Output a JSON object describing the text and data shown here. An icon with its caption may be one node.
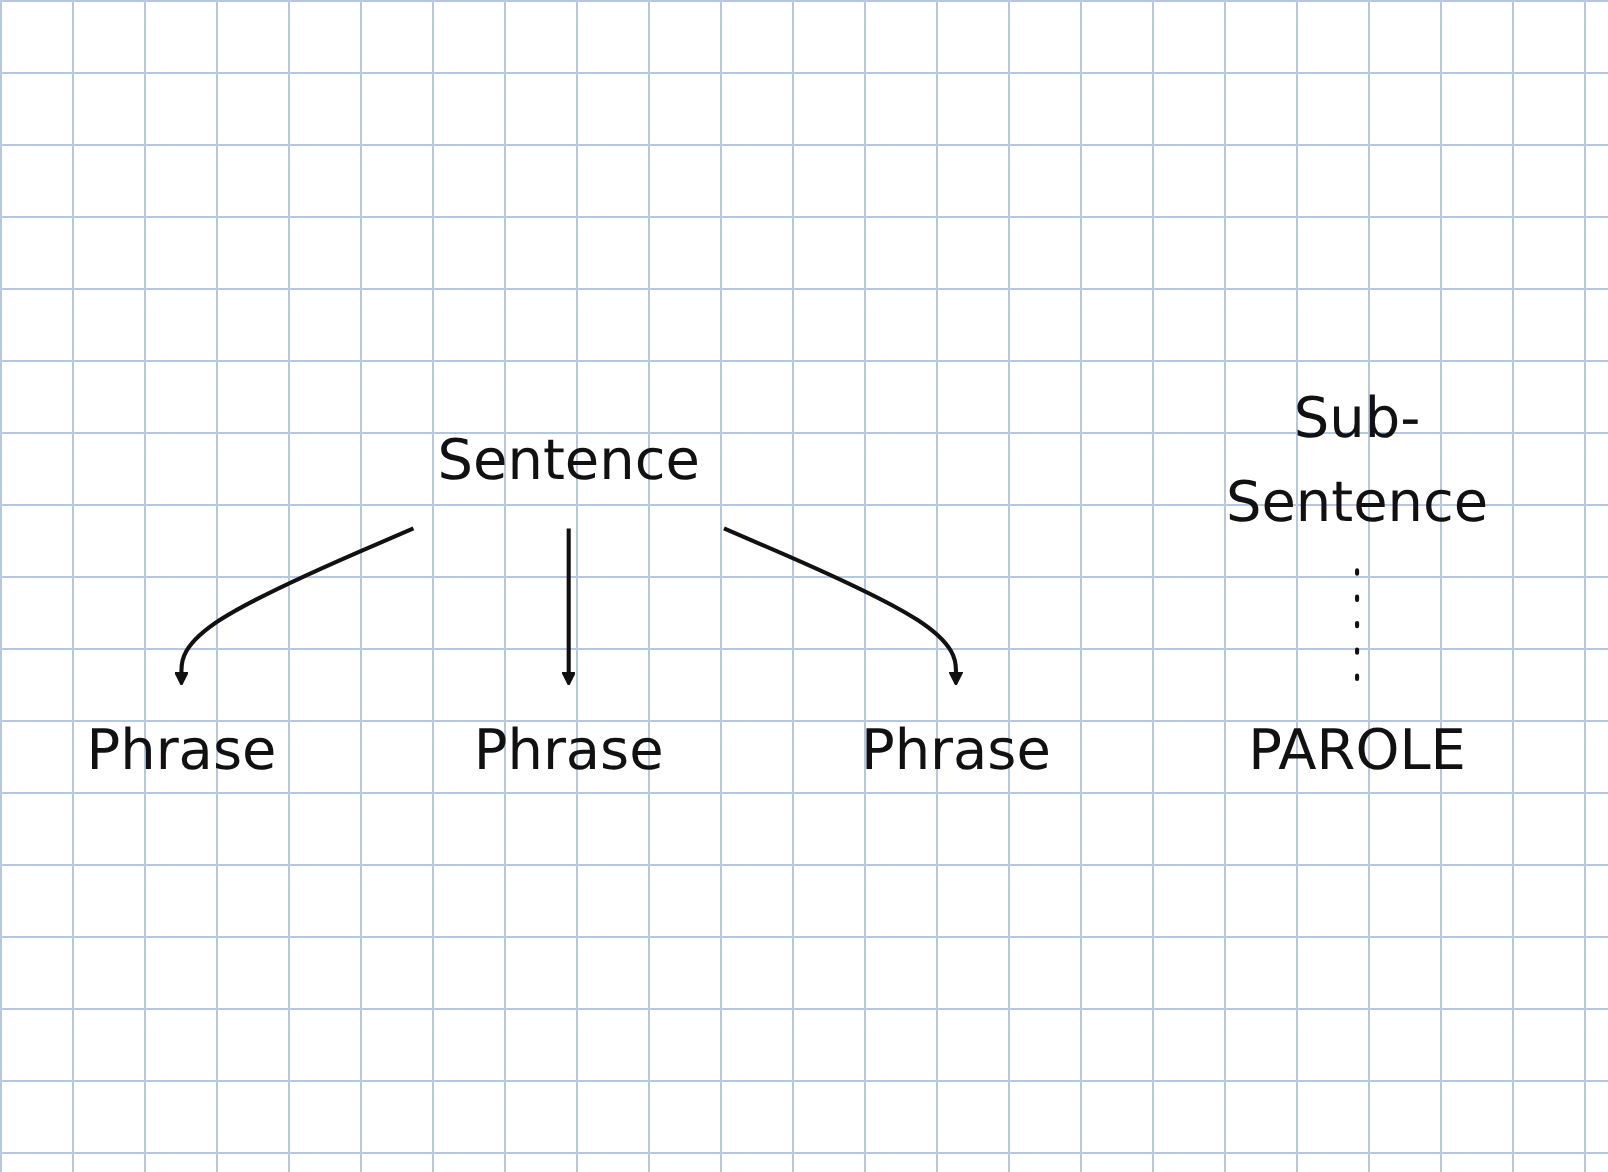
{
  "diagram": {
    "nodes": [
      {
        "text": [
          "Sentence"
        ]
      },
      {
        "text": [
          "Phrase"
        ]
      },
      {
        "text": [
          "Phrase"
        ]
      },
      {
        "text": [
          "Phrase"
        ]
      },
      {
        "text": [
          "Sub-Sentence"
        ]
      },
      {
        "text": [
          "PAROLE"
        ]
      }
    ],
    "edges": [
      {
        "from": 0,
        "to": 1,
        "arrow": "to"
      },
      {
        "from": 0,
        "to": 2,
        "arrow": "to"
      },
      {
        "from": 0,
        "to": 3,
        "arrow": "to"
      },
      {
        "from": 4,
        "to": 5,
        "arrow": "none",
        "style": "dashed"
      }
    ]
  }
}
